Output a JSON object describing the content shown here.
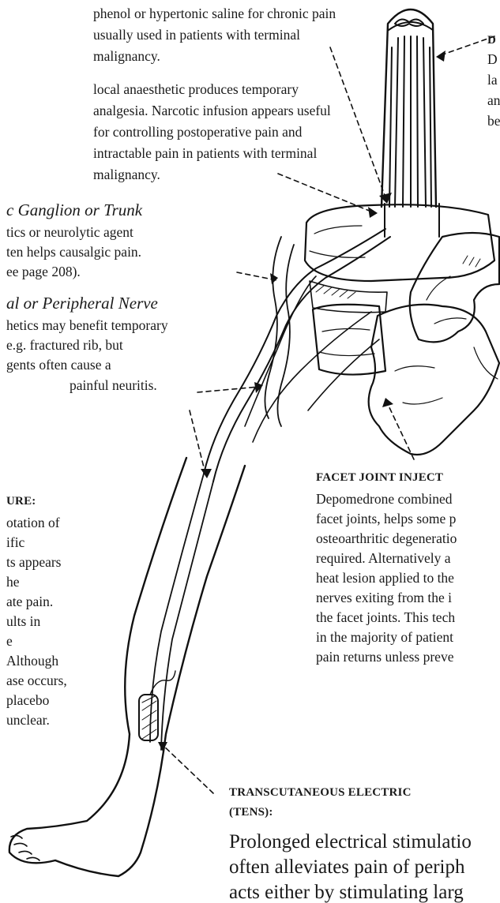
{
  "text": {
    "lines": [
      "phenol or hypertonic saline for chronic pain",
      "usually used in patients with terminal",
      "malignancy.",
      "local anaesthetic produces temporary",
      "analgesia. Narcotic infusion appears useful",
      "for controlling postoperative pain and",
      "intractable pain in patients with terminal",
      "malignancy.",
      "c Ganglion or Trunk",
      "tics or neurolytic agent",
      "ten helps causalgic pain.",
      "ee page 208).",
      "al or Peripheral Nerve",
      "hetics may benefit temporary",
      "e.g. fractured rib, but",
      "gents often cause a",
      "painful neuritis.",
      "URE:",
      "otation of",
      "ific",
      "ts appears",
      "he",
      "ate pain.",
      "ults in",
      "e",
      "Although",
      "ase occurs,",
      "placebo",
      "unclear.",
      "D",
      "D",
      "la",
      "an",
      "be",
      "FACET JOINT INJECT",
      "Depomedrone combined",
      "facet joints, helps some p",
      "osteoarthritic degeneratio",
      "required. Alternatively a",
      "heat lesion applied to the",
      "nerves exiting from the i",
      "the facet joints. This tech",
      "in the majority of patient",
      "pain returns unless preve",
      "TRANSCUTANEOUS ELECTRIC",
      "(TENS):",
      "Prolonged electrical stimulatio",
      "often alleviates pain of periph",
      "acts either by stimulating larg"
    ]
  }
}
